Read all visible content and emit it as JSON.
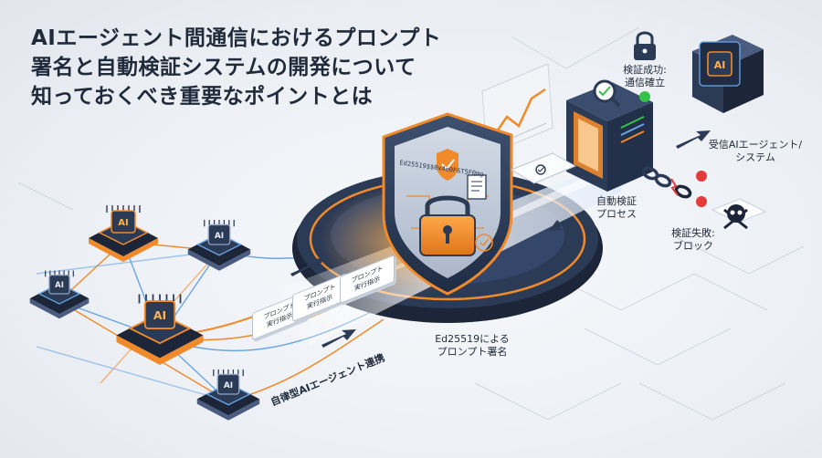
{
  "title_lines": [
    "AIエージェント間通信におけるプロンプト",
    "署名と自動検証システムの開発について",
    "知っておくべき重要なポイントとは"
  ],
  "labels": {
    "verify_success": [
      "検証成功:",
      "通信確立"
    ],
    "receiver": [
      "受信AIエージェント/",
      "システム"
    ],
    "auto_verify": [
      "自動検証",
      "プロセス"
    ],
    "verify_fail": [
      "検証失敗:",
      "ブロック"
    ],
    "ed_sign": [
      "Ed25519による",
      "プロンプト署名"
    ],
    "autonomous": "自律型AIエージェント連携"
  },
  "packet_label": [
    "プロンプト",
    "実行指示"
  ],
  "shield_code": "Ed25519$$0x4e0F6T5F0mg",
  "chip_text": "AI",
  "colors": {
    "navy": "#2b3a55",
    "orange": "#f08a2a",
    "green": "#34c24a",
    "red": "#e43b3b",
    "blue_line": "#6aa6e6"
  },
  "icons": [
    "lock-icon",
    "shield-icon",
    "magnifier-icon",
    "skull-icon",
    "broken-chain-icon",
    "certificate-icon",
    "document-icon",
    "line-chart-icon"
  ]
}
